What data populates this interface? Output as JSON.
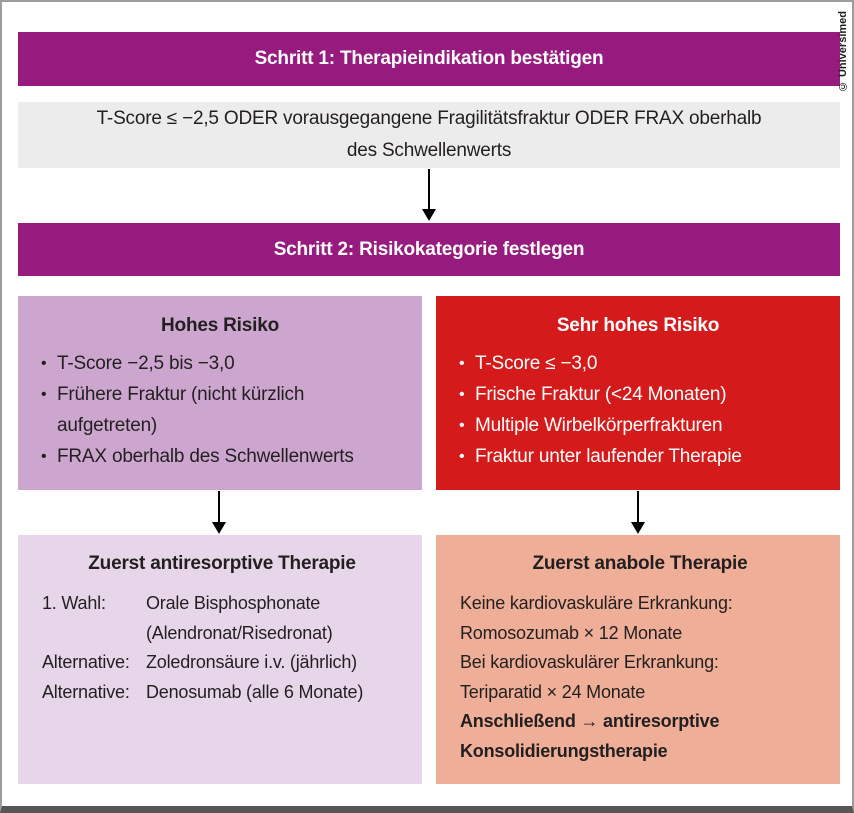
{
  "credit": "© Universimed",
  "colors": {
    "step_header": "#971B7E",
    "very_high_risk": "#D41A1A",
    "high_risk": "#CDA6CF",
    "antiresorptive_box": "#E7D6EA",
    "anabolic_box": "#EFAE97",
    "indication_box": "#ECECEC",
    "text_dark": "#231F20"
  },
  "step1": {
    "title": "Schritt 1: Therapieindikation bestätigen"
  },
  "indication": {
    "text": "T-Score ≤ −2,5 ODER vorausgegangene Fragilitätsfraktur ODER FRAX oberhalb des Schwellenwerts"
  },
  "step2": {
    "title": "Schritt 2: Risikokategorie festlegen"
  },
  "high_risk": {
    "title": "Hohes Risiko",
    "bullets": [
      "T-Score −2,5 bis −3,0",
      "Frühere Fraktur (nicht kürzlich aufgetreten)",
      "FRAX oberhalb des Schwellenwerts"
    ]
  },
  "very_high_risk": {
    "title": "Sehr hohes Risiko",
    "bullets": [
      "T-Score ≤ −3,0",
      "Frische Fraktur (<24 Monaten)",
      "Multiple Wirbelkörperfrakturen",
      "Fraktur unter laufender Therapie"
    ]
  },
  "antiresorptive_therapy": {
    "title": "Zuerst antiresorptive Therapie",
    "rows": [
      {
        "label": "1. Wahl:",
        "value": "Orale Bisphosphonate"
      },
      {
        "label": "",
        "value": "(Alendronat/Risedronat)"
      },
      {
        "label": "Alternative:",
        "value": "Zoledronsäure i.v. (jährlich)"
      },
      {
        "label": "Alternative:",
        "value": "Denosumab (alle 6 Monate)"
      }
    ]
  },
  "anabolic_therapy": {
    "title": "Zuerst anabole Therapie",
    "lines": [
      {
        "text": "Keine kardiovaskuläre Erkrankung:",
        "bold": false
      },
      {
        "text": "Romosozumab × 12 Monate",
        "bold": false
      },
      {
        "text": "Bei kardiovaskulärer Erkrankung:",
        "bold": false
      },
      {
        "text": "Teriparatid × 24 Monate",
        "bold": false
      },
      {
        "text": "Anschließend → antiresorptive",
        "bold": true
      },
      {
        "text": "Konsolidierungstherapie",
        "bold": true
      }
    ]
  }
}
